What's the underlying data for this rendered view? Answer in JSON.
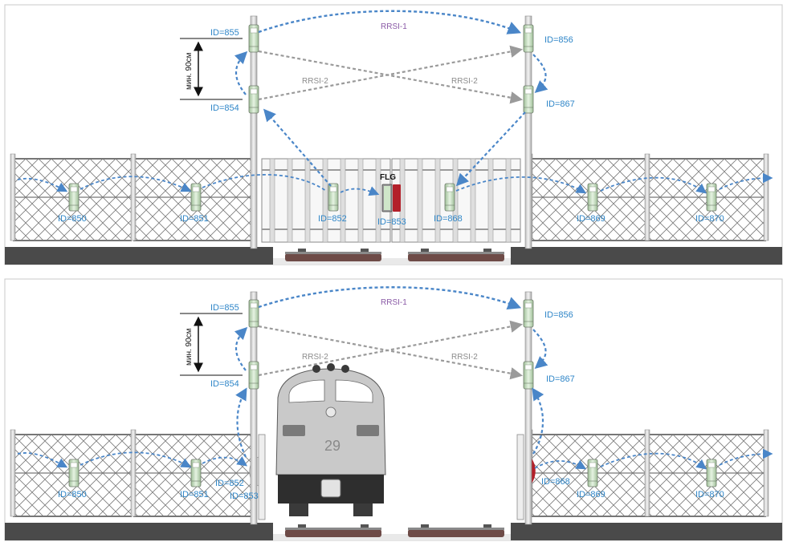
{
  "colors": {
    "link_blue": "#4a86c8",
    "link_gray": "#9a9a9a",
    "label_blue": "#2f86c8",
    "rrsi1_purple": "#8a5aa6",
    "ground": "#4a4a4a",
    "sensor_green": "#cfe6c9",
    "alarm_red": "#b3202a"
  },
  "icons": [
    "sensor-icon",
    "fence-panel-icon",
    "gate-panel-icon",
    "pole-icon",
    "locomotive-icon",
    "rail-track-icon",
    "flag-sensor-icon"
  ],
  "top": {
    "labels": {
      "id855": "ID=855",
      "id854": "ID=854",
      "id856": "ID=856",
      "id867": "ID=867",
      "id850": "ID=850",
      "id851": "ID=851",
      "id852": "ID=852",
      "id853": "ID=853",
      "id868": "ID=868",
      "id869": "ID=869",
      "id870": "ID=870",
      "rrsi1": "RRSI-1",
      "rrsi2_left": "RRSI-2",
      "rrsi2_right": "RRSI-2",
      "flg": "FLG",
      "spacing": "мин. 90см"
    }
  },
  "bottom": {
    "labels": {
      "id855": "ID=855",
      "id854": "ID=854",
      "id856": "ID=856",
      "id867": "ID=867",
      "id850": "ID=850",
      "id851": "ID=851",
      "id852": "ID=852",
      "id853": "ID=853",
      "id868": "ID=868",
      "id869": "ID=869",
      "id870": "ID=870",
      "rrsi1": "RRSI-1",
      "rrsi2_left": "RRSI-2",
      "rrsi2_right": "RRSI-2",
      "spacing": "мин. 90см",
      "loco_number": "29"
    }
  }
}
